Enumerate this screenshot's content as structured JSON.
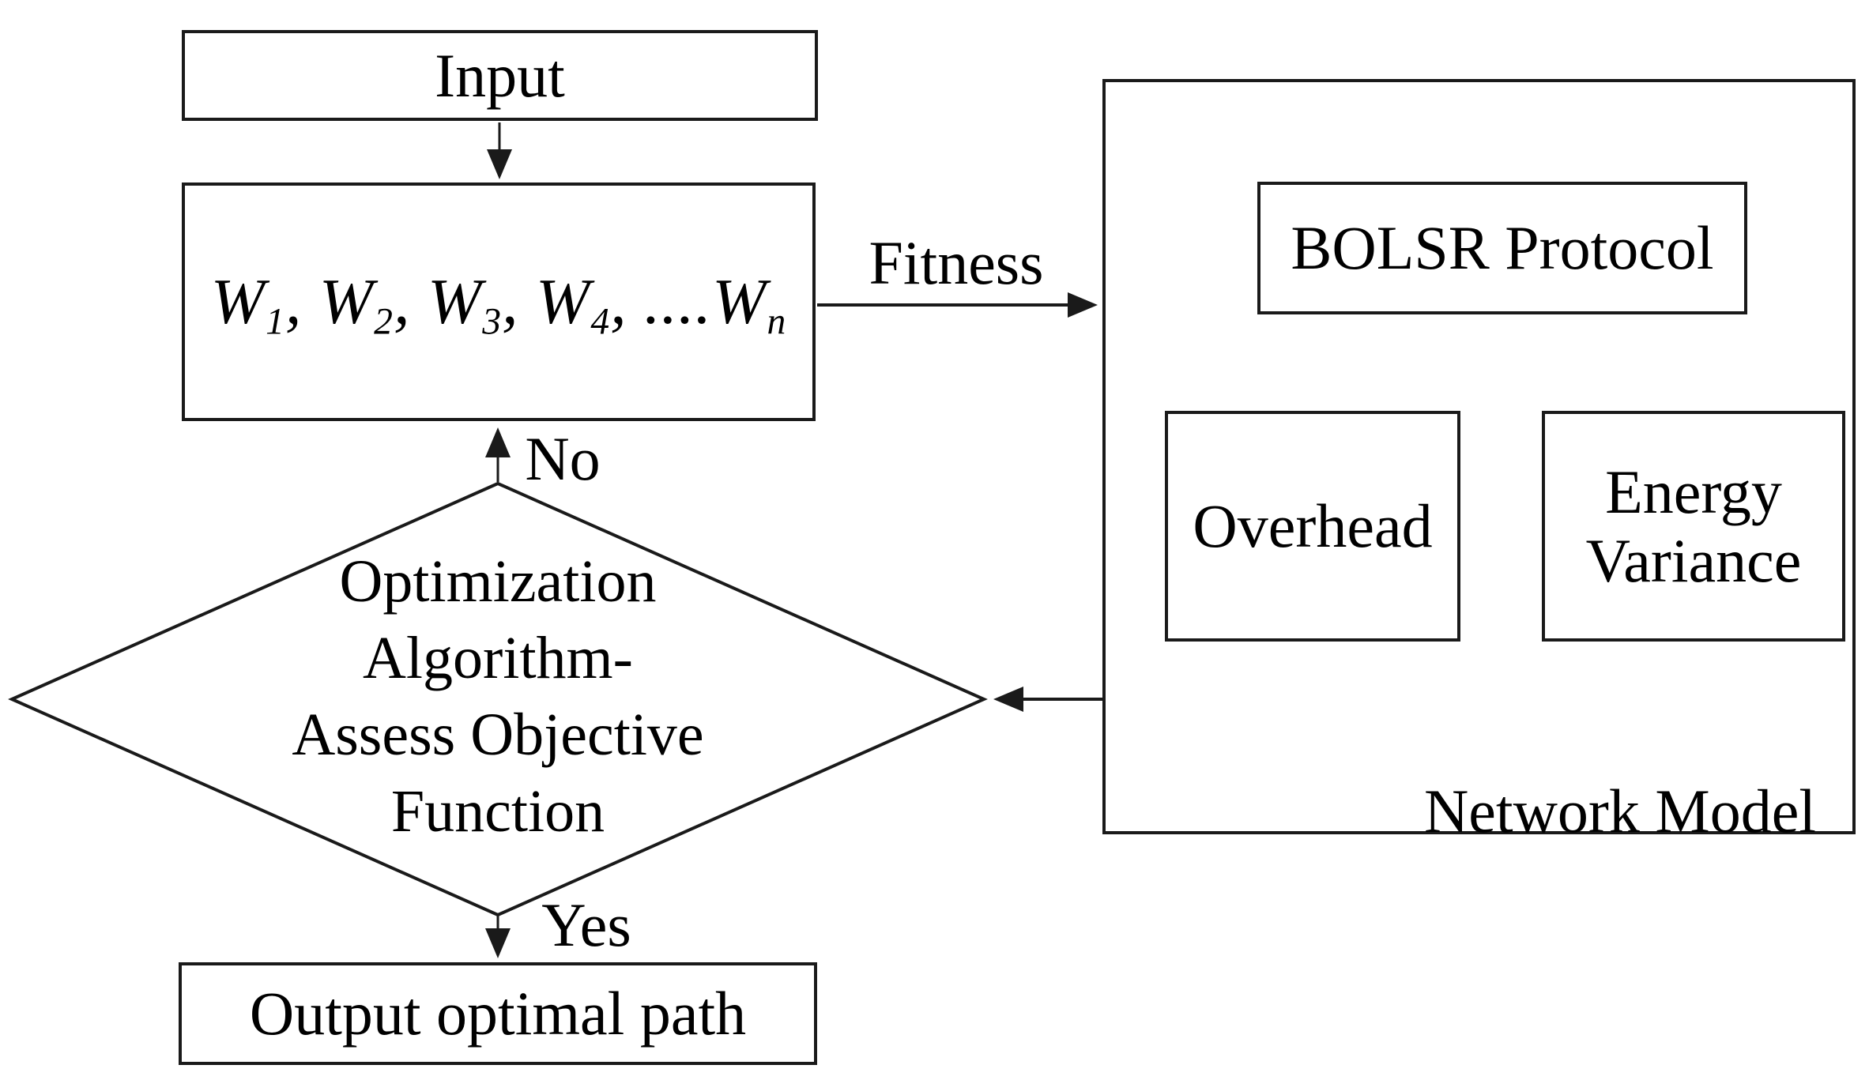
{
  "colors": {
    "background": "#ffffff",
    "line": "#1a1a1a",
    "gray_line": "#8f8f8f",
    "text": "#000000"
  },
  "nodes": {
    "input": "Input",
    "weights_terms": [
      {
        "symbol": "W",
        "sub": "1",
        "suffix": ", "
      },
      {
        "symbol": "W",
        "sub": "2",
        "suffix": ", "
      },
      {
        "symbol": "W",
        "sub": "3",
        "suffix": ", "
      },
      {
        "symbol": "W",
        "sub": "4",
        "suffix": ", ...."
      },
      {
        "symbol": "W",
        "sub": "n",
        "suffix": ""
      }
    ],
    "bolsr": "BOLSR Protocol",
    "overhead": "Overhead",
    "energy_line1": "Energy",
    "energy_line2": "Variance",
    "network_model": "Network Model",
    "decision_lines": [
      "Optimization",
      "Algorithm-",
      "Assess Objective",
      "Function"
    ],
    "output": "Output optimal path"
  },
  "edge_labels": {
    "fitness": "Fitness",
    "no": "No",
    "yes": "Yes"
  }
}
